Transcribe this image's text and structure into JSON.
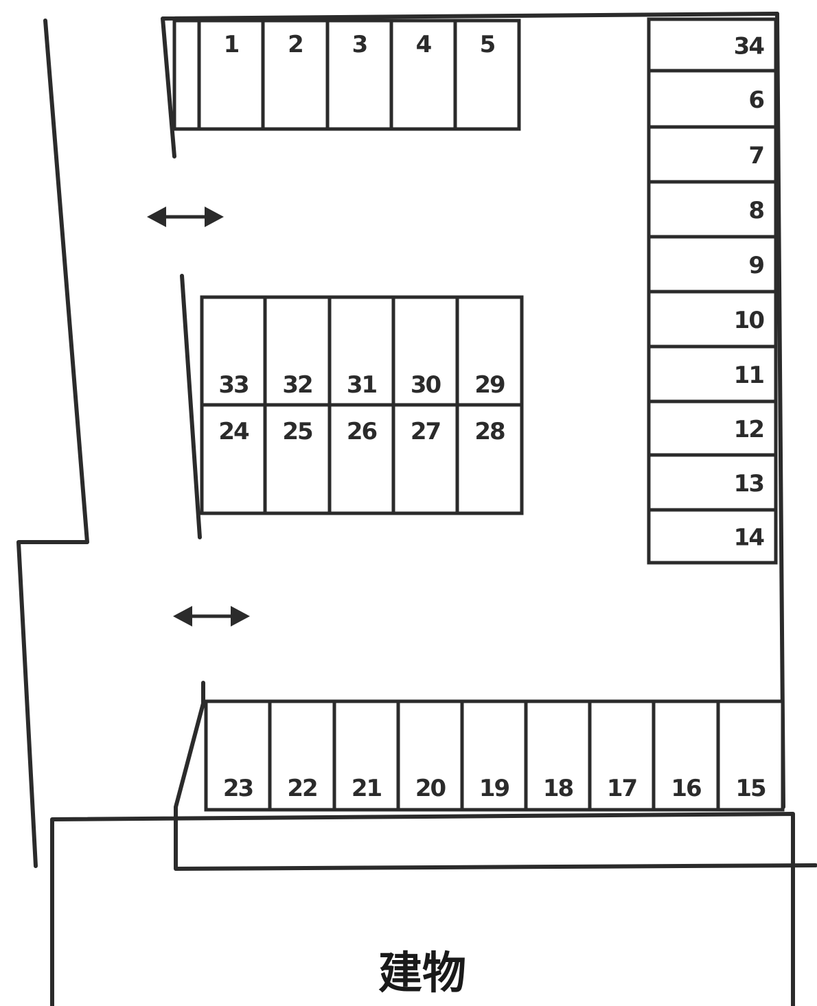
{
  "building": {
    "label": "建物"
  },
  "rows": {
    "top": [
      "1",
      "2",
      "3",
      "4",
      "5"
    ],
    "right": [
      "34",
      "6",
      "7",
      "8",
      "9",
      "10",
      "11",
      "12",
      "13",
      "14"
    ],
    "middle_upper": [
      "33",
      "32",
      "31",
      "30",
      "29"
    ],
    "middle_lower": [
      "24",
      "25",
      "26",
      "27",
      "28"
    ],
    "bottom": [
      "23",
      "22",
      "21",
      "20",
      "19",
      "18",
      "17",
      "16",
      "15"
    ]
  },
  "entrances": [
    {
      "icon": "double-arrow-icon"
    },
    {
      "icon": "double-arrow-icon"
    }
  ]
}
